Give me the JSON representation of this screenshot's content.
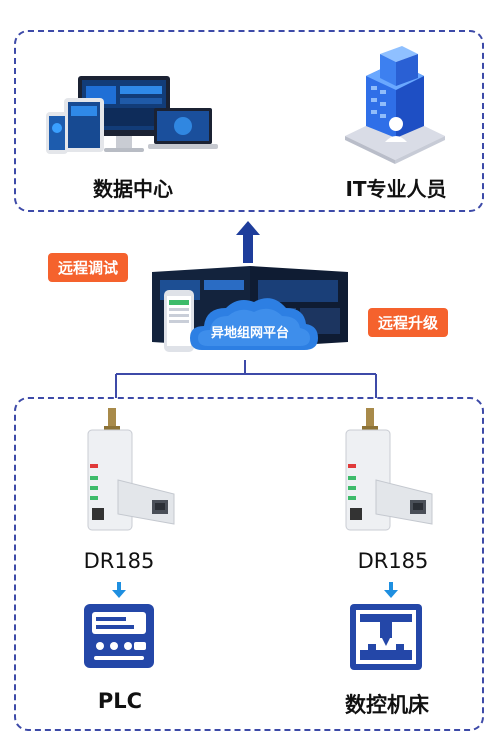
{
  "top": {
    "left_label": "数据中心",
    "right_label": "IT专业人员"
  },
  "middle": {
    "tag_left": "远程调试",
    "tag_right": "远程升级",
    "cloud_label": "异地组网平台"
  },
  "bottom": {
    "device_left_label": "DR185",
    "device_right_label": "DR185",
    "target_left_label": "PLC",
    "target_right_label": "数控机床"
  },
  "colors": {
    "dash_border": "#3d4aa8",
    "tag_bg": "#f5622d",
    "arrow_blue": "#1e3d9b",
    "icon_blue": "#2447a8",
    "small_arrow": "#1e8fe0"
  }
}
